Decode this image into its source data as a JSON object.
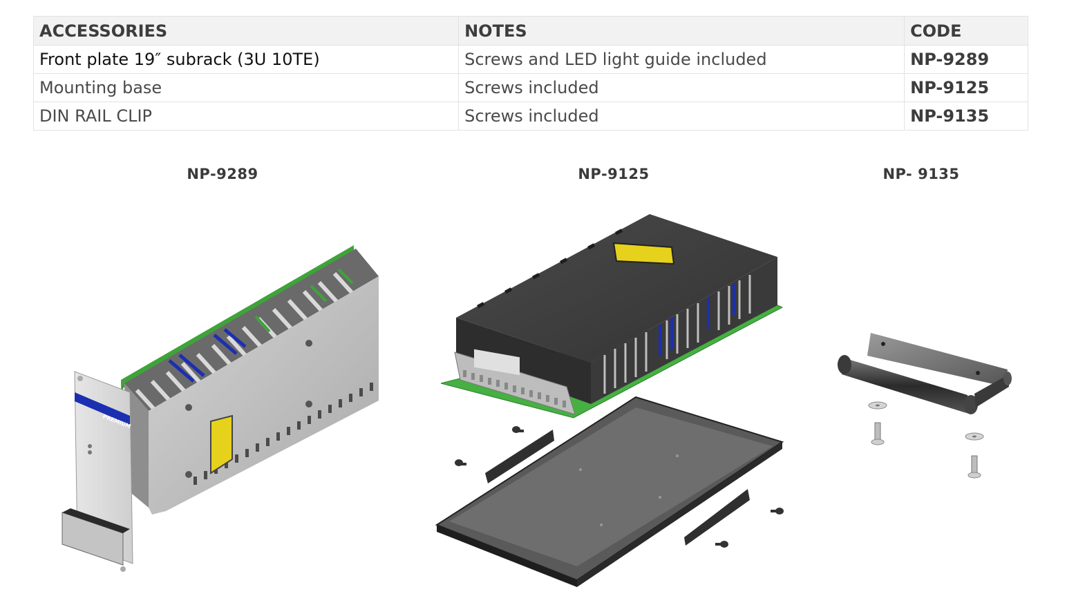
{
  "table": {
    "headers": [
      "ACCESSORIES",
      "NOTES",
      "CODE"
    ],
    "rows": [
      {
        "accessory": "Front plate 19″ subrack (3U 10TE)",
        "notes": "Screws and LED light guide included",
        "code": "NP-9289"
      },
      {
        "accessory": "Mounting base",
        "notes": "Screws included",
        "code": "NP-9125"
      },
      {
        "accessory": "DIN RAIL CLIP",
        "notes": "Screws included",
        "code": "NP-9135"
      }
    ]
  },
  "products": [
    {
      "caption": "NP-9289",
      "image": "front-plate-subrack-illustration",
      "panel_brand": "PREMIUM"
    },
    {
      "caption": "NP-9125",
      "image": "mounting-base-illustration"
    },
    {
      "caption": "NP- 9135",
      "image": "din-rail-clip-illustration"
    }
  ],
  "colors": {
    "header_bg": "#f2f2f2",
    "border": "#e2e2e2",
    "text": "#3a3a3a",
    "pcb_green": "#3fa33a",
    "capacitor_blue": "#1c2fb0",
    "transformer_yellow": "#e6d21c",
    "housing_dark": "#3a3a3a",
    "housing_silver": "#b9b9b9"
  }
}
